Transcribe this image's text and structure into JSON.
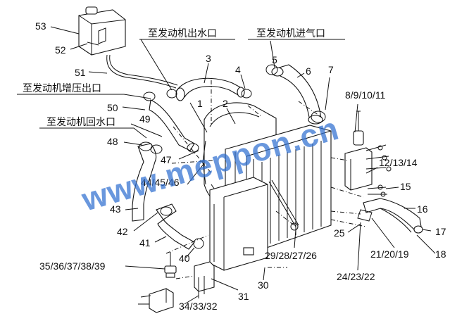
{
  "title_labels": {
    "engine_water_outlet": "至发动机出水口",
    "engine_air_inlet": "至发动机进气口",
    "turbo_outlet": "至发动机增压出口",
    "engine_water_return": "至发动机回水口"
  },
  "callouts": {
    "c1": "1",
    "c2": "2",
    "c3": "3",
    "c4": "4",
    "c5": "5",
    "c6": "6",
    "c7": "7",
    "c8_11": "8/9/10/11",
    "c12_14": "12/13/14",
    "c15": "15",
    "c16": "16",
    "c17": "17",
    "c18": "18",
    "c19_21": "21/20/19",
    "c22_24": "24/23/22",
    "c25": "25",
    "c26_29": "29/28/27/26",
    "c30": "30",
    "c31": "31",
    "c32_34": "34/33/32",
    "c35_39": "35/36/37/38/39",
    "c40": "40",
    "c41": "41",
    "c42": "42",
    "c43": "43",
    "c44_46": "44/45/46",
    "c47": "47",
    "c48": "48",
    "c49": "49",
    "c50": "50",
    "c51": "51",
    "c52": "52",
    "c53": "53"
  },
  "watermark": "www.meppon.cn",
  "colors": {
    "line": "#111111",
    "watermark": "#2f6fd0",
    "background": "#ffffff"
  }
}
